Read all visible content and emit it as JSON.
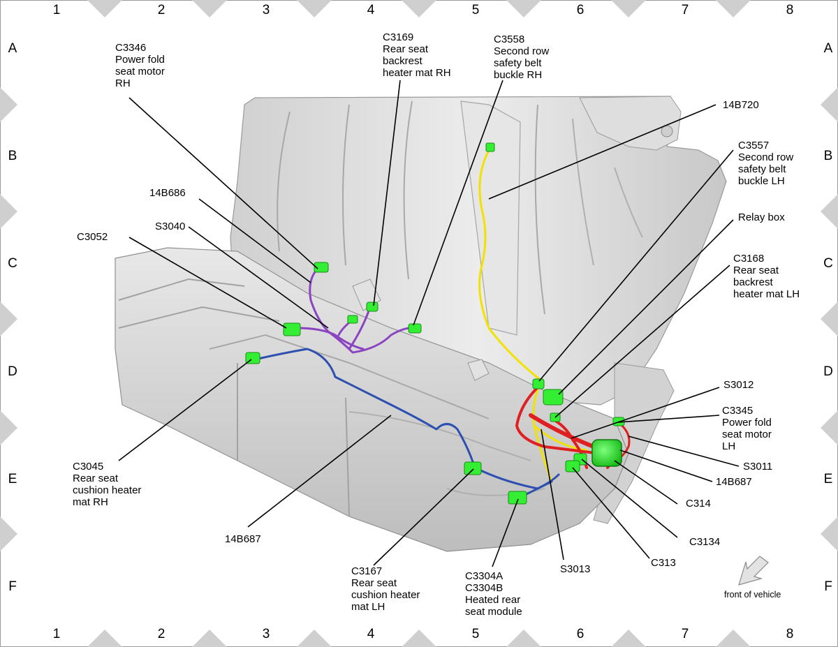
{
  "grid": {
    "columns": [
      "1",
      "2",
      "3",
      "4",
      "5",
      "6",
      "7",
      "8"
    ],
    "rows": [
      "A",
      "B",
      "C",
      "D",
      "E",
      "F"
    ]
  },
  "labels": {
    "c3346": "C3346\nPower fold\nseat motor\nRH",
    "c3169": "C3169\nRear seat\nbackrest\nheater mat RH",
    "c3558": "C3558\nSecond row\nsafety belt\nbuckle RH",
    "w14b720": "14B720",
    "c3557": "C3557\nSecond row\nsafety belt\nbuckle LH",
    "relay": "Relay box",
    "c3168": "C3168\nRear seat\nbackrest\nheater mat LH",
    "w14b686": "14B686",
    "s3040": "S3040",
    "c3052": "C3052",
    "s3012": "S3012",
    "c3345": "C3345\nPower fold\nseat motor\nLH",
    "s3011": "S3011",
    "w14b687r": "14B687",
    "c314": "C314",
    "c3134": "C3134",
    "c313": "C313",
    "s3013": "S3013",
    "c3045": "C3045\nRear seat\ncushion heater\nmat RH",
    "w14b687l": "14B687",
    "c3167": "C3167\nRear seat\ncushion heater\nmat LH",
    "c3304": "C3304A\nC3304B\nHeated rear\nseat module"
  },
  "front_of_vehicle": "front of vehicle",
  "colors": {
    "connector": "#33ee33",
    "wire_purple": "#8a44c0",
    "wire_blue": "#2c4fb0",
    "wire_yellow": "#f2e200",
    "wire_red": "#e02020",
    "seat": "#d4d4d4",
    "border_triangle": "#cccccc"
  }
}
